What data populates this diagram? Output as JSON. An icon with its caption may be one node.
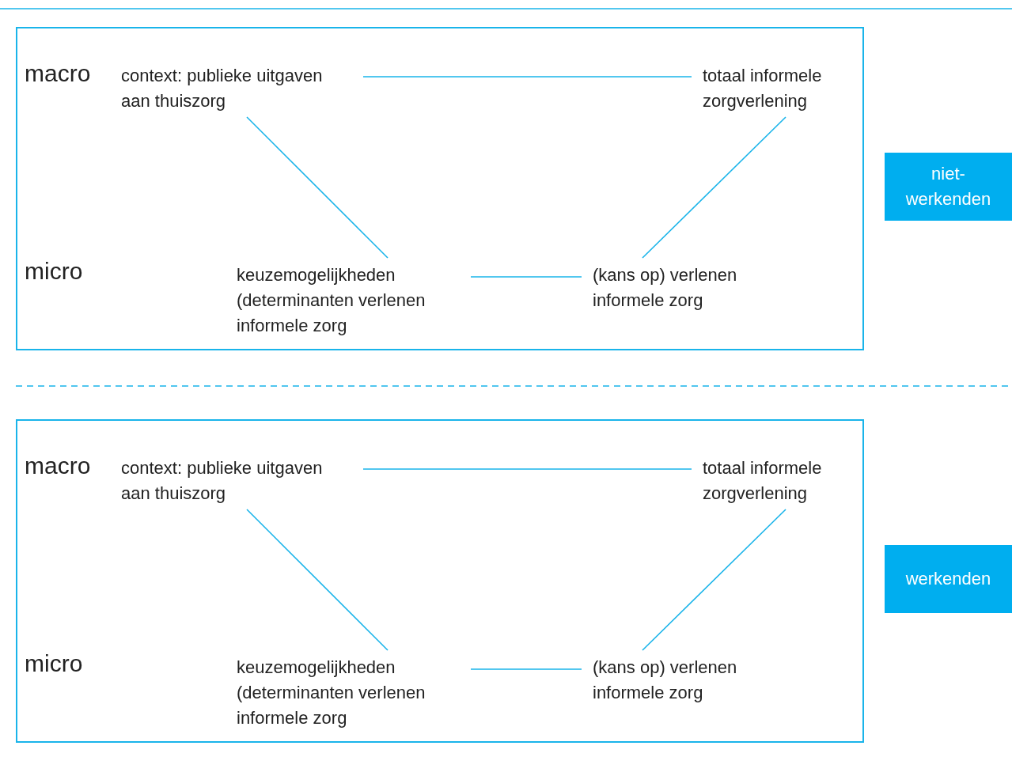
{
  "diagram": {
    "nodes": [
      {
        "text": [],
        "shape": "box"
      },
      {
        "text": [
          "context: publieke uitgaven aan thuiszorg"
        ],
        "in": 0
      },
      {
        "text": [
          "totaal informele zorgverlening"
        ],
        "in": 0
      },
      {
        "text": [
          "keuzemogelijkheden (determinanten verlenen informele zorg"
        ],
        "in": 0
      },
      {
        "text": [
          "(kans op) verlenen informele zorg"
        ],
        "in": 0
      },
      {
        "text": [
          "niet-werkenden"
        ]
      },
      {
        "text": [],
        "shape": "box"
      },
      {
        "text": [
          "context: publieke uitgaven aan thuiszorg"
        ],
        "in": 6
      },
      {
        "text": [
          "totaal informele zorgverlening"
        ],
        "in": 6
      },
      {
        "text": [
          "keuzemogelijkheden (determinanten verlenen informele zorg"
        ],
        "in": 6
      },
      {
        "text": [
          "(kans op) verlenen informele zorg"
        ],
        "in": 6
      },
      {
        "text": [
          "werkenden"
        ]
      }
    ],
    "edges": [
      {
        "from": 1,
        "to": 2,
        "arrow": "none"
      },
      {
        "from": 1,
        "to": 3,
        "arrow": "none"
      },
      {
        "from": 2,
        "to": 4,
        "arrow": "none"
      },
      {
        "from": 3,
        "to": 4,
        "arrow": "none"
      },
      {
        "from": 7,
        "to": 8,
        "arrow": "none"
      },
      {
        "from": 7,
        "to": 9,
        "arrow": "none"
      },
      {
        "from": 8,
        "to": 10,
        "arrow": "none"
      },
      {
        "from": 9,
        "to": 10,
        "arrow": "none"
      }
    ],
    "labels": [
      "macro",
      "micro",
      "macro",
      "micro"
    ]
  }
}
